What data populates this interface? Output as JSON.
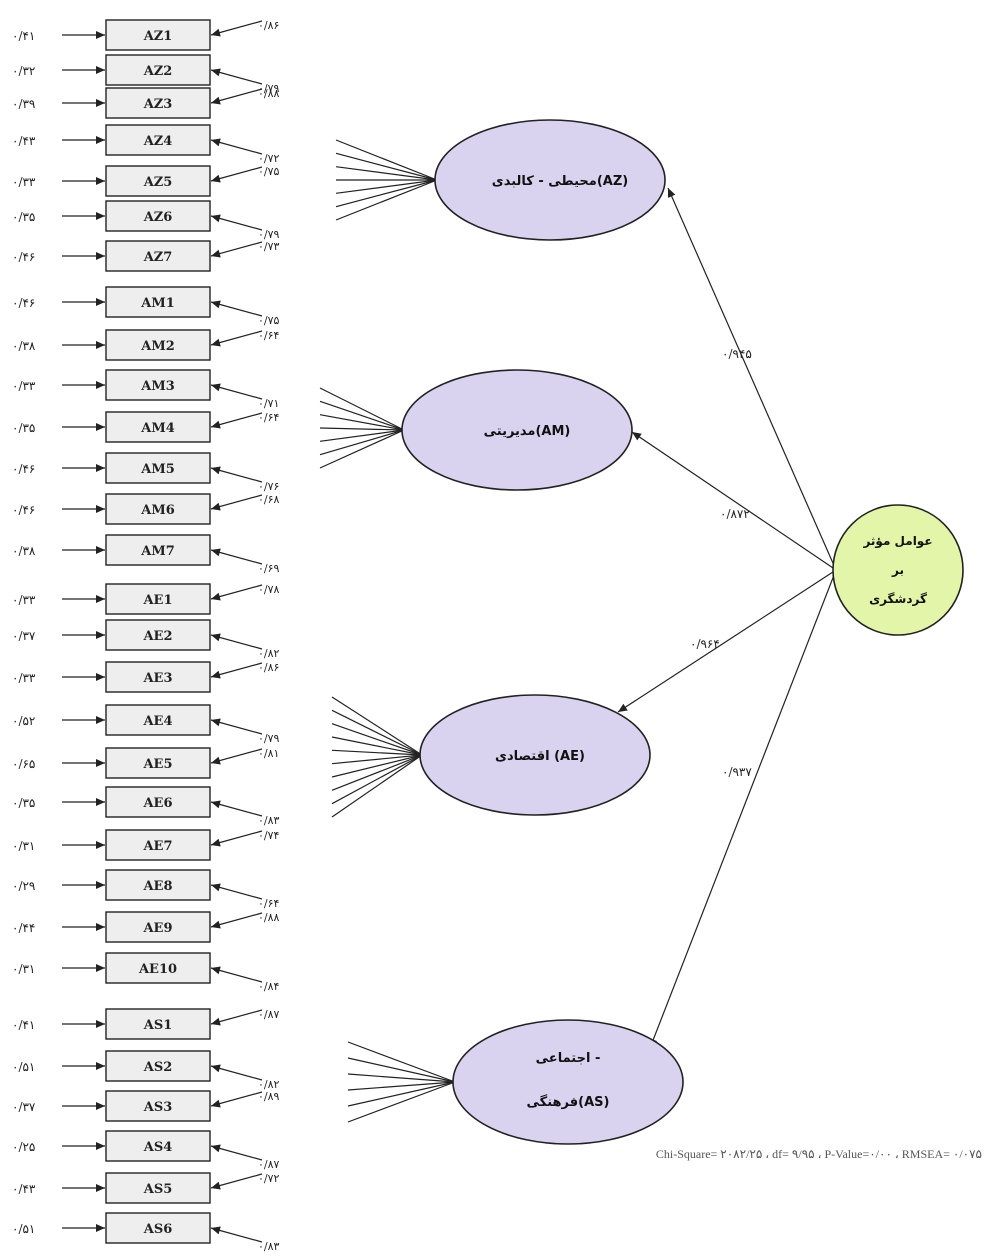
{
  "indicators": [
    {
      "id": "AZ1",
      "error": "۰/۴۱",
      "loading": "۰/۸۶"
    },
    {
      "id": "AZ2",
      "error": "۰/۳۲",
      "loading": "۰/۷۹"
    },
    {
      "id": "AZ3",
      "error": "۰/۳۹",
      "loading": "۰/۸۸"
    },
    {
      "id": "AZ4",
      "error": "۰/۴۳",
      "loading": "۰/۷۲"
    },
    {
      "id": "AZ5",
      "error": "۰/۳۳",
      "loading": "۰/۷۵"
    },
    {
      "id": "AZ6",
      "error": "۰/۳۵",
      "loading": "۰/۷۹"
    },
    {
      "id": "AZ7",
      "error": "۰/۴۶",
      "loading": "۰/۷۳"
    },
    {
      "id": "AM1",
      "error": "۰/۴۶",
      "loading": "۰/۷۵"
    },
    {
      "id": "AM2",
      "error": "۰/۳۸",
      "loading": "۰/۶۴"
    },
    {
      "id": "AM3",
      "error": "۰/۳۳",
      "loading": "۰/۷۱"
    },
    {
      "id": "AM4",
      "error": "۰/۳۵",
      "loading": "۰/۶۴"
    },
    {
      "id": "AM5",
      "error": "۰/۴۶",
      "loading": "۰/۷۶"
    },
    {
      "id": "AM6",
      "error": "۰/۴۶",
      "loading": "۰/۶۸"
    },
    {
      "id": "AM7",
      "error": "۰/۳۸",
      "loading": "۰/۶۹"
    },
    {
      "id": "AE1",
      "error": "۰/۳۳",
      "loading": "۰/۷۸"
    },
    {
      "id": "AE2",
      "error": "۰/۳۷",
      "loading": "۰/۸۲"
    },
    {
      "id": "AE3",
      "error": "۰/۳۳",
      "loading": "۰/۸۶"
    },
    {
      "id": "AE4",
      "error": "۰/۵۲",
      "loading": "۰/۷۹"
    },
    {
      "id": "AE5",
      "error": "۰/۶۵",
      "loading": "۰/۸۱"
    },
    {
      "id": "AE6",
      "error": "۰/۳۵",
      "loading": "۰/۸۳"
    },
    {
      "id": "AE7",
      "error": "۰/۳۱",
      "loading": "۰/۷۴"
    },
    {
      "id": "AE8",
      "error": "۰/۲۹",
      "loading": "۰/۶۴"
    },
    {
      "id": "AE9",
      "error": "۰/۴۴",
      "loading": "۰/۸۸"
    },
    {
      "id": "AE10",
      "error": "۰/۳۱",
      "loading": "۰/۸۴"
    },
    {
      "id": "AS1",
      "error": "۰/۴۱",
      "loading": "۰/۸۷"
    },
    {
      "id": "AS2",
      "error": "۰/۵۱",
      "loading": "۰/۸۲"
    },
    {
      "id": "AS3",
      "error": "۰/۳۷",
      "loading": "۰/۸۹"
    },
    {
      "id": "AS4",
      "error": "۰/۲۵",
      "loading": "۰/۸۷"
    },
    {
      "id": "AS5",
      "error": "۰/۴۳",
      "loading": "۰/۷۲"
    },
    {
      "id": "AS6",
      "error": "۰/۵۱",
      "loading": "۰/۸۳"
    }
  ],
  "latents": [
    {
      "key": "AZ",
      "label": "محیطی - کالبدی(AZ)",
      "path": "۰/۹۴۵"
    },
    {
      "key": "AM",
      "label": "مدیریتی(AM)",
      "path": "۰/۸۷۲"
    },
    {
      "key": "AE",
      "label": "اقتصادی (AE)",
      "path": "۰/۹۶۴"
    },
    {
      "key": "AS",
      "label_line1": "اجتماعی -",
      "label_line2": "فرهنگی(AS)",
      "path": "۰/۹۳۷"
    }
  ],
  "root": {
    "line1": "عوامل مؤثر",
    "line2": "بر",
    "line3": "گردشگری"
  },
  "fit_stats": "Chi-Square= ۲۰۸۲/۲۵ ،  df= ۹/۹۵ ،   P-Value=۰/۰۰ ،  RMSEA= ۰/۰۷۵",
  "colors": {
    "latent_fill": "#d9d3f0",
    "root_fill": "#e3f5a8",
    "box_fill": "#eeeeee"
  }
}
